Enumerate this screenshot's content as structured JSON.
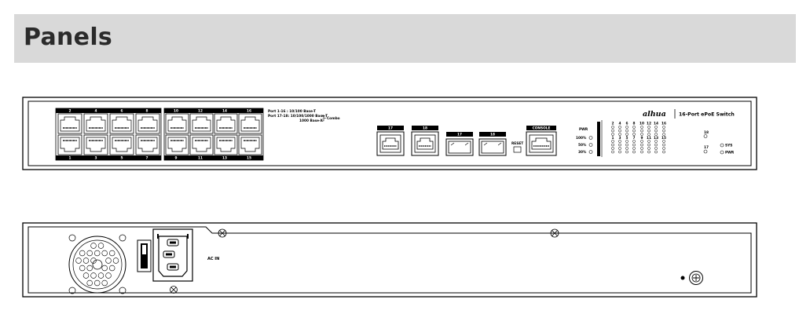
{
  "header": {
    "title": "Panels"
  },
  "front_panel": {
    "port_numbers_top_left": [
      "2",
      "4",
      "6",
      "8"
    ],
    "port_numbers_bottom_left": [
      "1",
      "3",
      "5",
      "7"
    ],
    "port_numbers_top_right": [
      "10",
      "12",
      "14",
      "16"
    ],
    "port_numbers_bottom_right": [
      "9",
      "11",
      "13",
      "15"
    ],
    "port_desc_line1": "Port 1-16 : 10/100 Base-T",
    "port_desc_line2": "Port 17-18: 10/100/1000 Base-T",
    "port_desc_line3": "1000 Base-X",
    "combo_label": "Combo",
    "rj45_17_label": "17",
    "rj45_18_label": "18",
    "sfp_17_label": "17",
    "sfp_18_label": "18",
    "reset_label": "RESET",
    "console_label": "CONSOLE",
    "pwr_legend_label": "PWR",
    "legend_100": "100%",
    "legend_50": "50%",
    "legend_30": "30%",
    "led_row_top_numbers": [
      "2",
      "4",
      "6",
      "8",
      "10",
      "12",
      "14",
      "16"
    ],
    "led_row_bottom_numbers": [
      "1",
      "3",
      "5",
      "7",
      "9",
      "11",
      "13",
      "15"
    ],
    "led_18_label": "18",
    "led_17_label": "17",
    "sys_label": "SYS",
    "pwr_label": "PWR",
    "brand_logo_text": "alhua",
    "product_name": "16-Port ePoE Switch"
  },
  "rear_panel": {
    "ac_in_label": "AC IN"
  }
}
